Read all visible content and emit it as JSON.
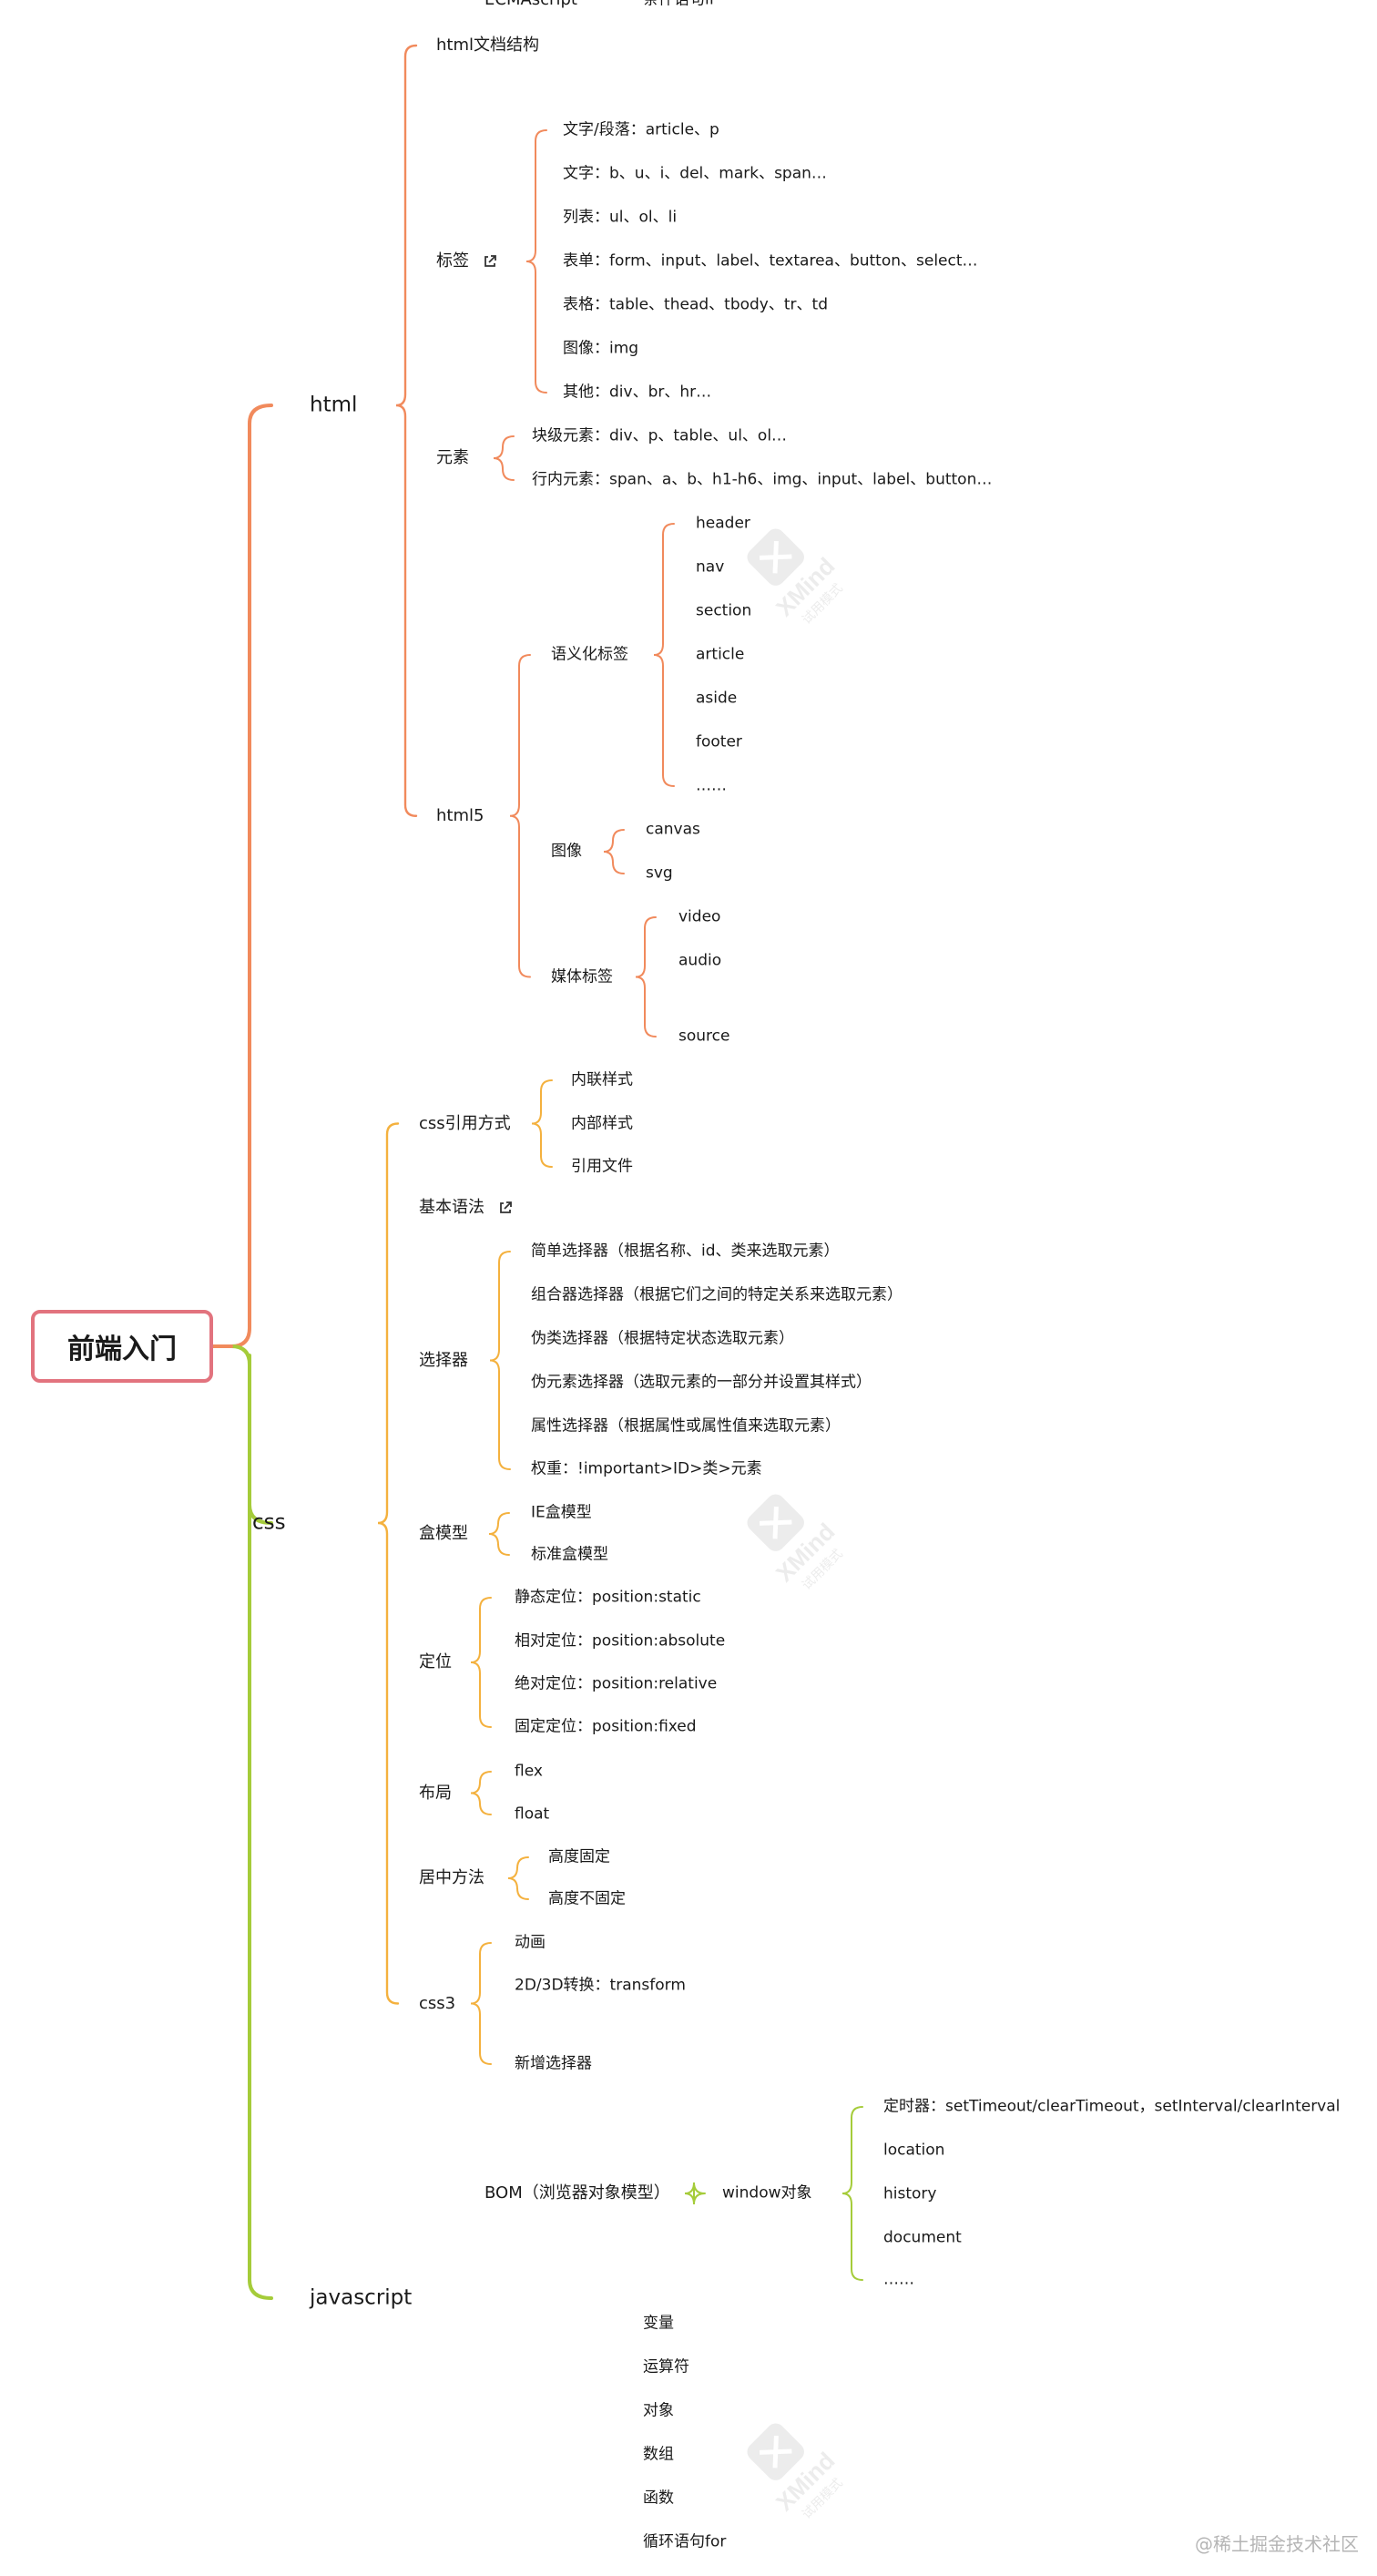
{
  "colors": {
    "html": "#f18a5c",
    "css": "#f4b13e",
    "javascript": "#a5cc3a",
    "root_border": "#e2737e"
  },
  "root": "前端入门",
  "footer": "@稀土掘金技术社区",
  "watermark": {
    "brand": "XMind",
    "sub": "试用模式"
  },
  "tree": [
    {
      "label": "html",
      "color_key": "html",
      "children": [
        {
          "label": "html文档结构"
        },
        {
          "label": "标签",
          "link": true,
          "children": [
            {
              "label": "文字/段落：article、p"
            },
            {
              "label": "文字：b、u、i、del、mark、span…"
            },
            {
              "label": "列表：ul、ol、li"
            },
            {
              "label": "表单：form、input、label、textarea、button、select…"
            },
            {
              "label": "表格：table、thead、tbody、tr、td"
            },
            {
              "label": "图像：img"
            },
            {
              "label": "其他：div、br、hr…"
            }
          ]
        },
        {
          "label": "元素",
          "children": [
            {
              "label": "块级元素：div、p、table、ul、ol…"
            },
            {
              "label": "行内元素：span、a、b、h1-h6、img、input、label、button…"
            }
          ]
        },
        {
          "label": "html5",
          "children": [
            {
              "label": "语义化标签",
              "children": [
                {
                  "label": "header"
                },
                {
                  "label": "nav"
                },
                {
                  "label": "section"
                },
                {
                  "label": "article"
                },
                {
                  "label": "aside"
                },
                {
                  "label": "footer"
                },
                {
                  "label": "……"
                }
              ]
            },
            {
              "label": "图像",
              "children": [
                {
                  "label": "canvas"
                },
                {
                  "label": "svg"
                }
              ]
            },
            {
              "label": "媒体标签",
              "children": [
                {
                  "label": "video"
                },
                {
                  "label": "audio"
                },
                {
                  "label": "source"
                }
              ]
            }
          ]
        }
      ]
    },
    {
      "label": "css",
      "color_key": "css",
      "children": [
        {
          "label": "css引用方式",
          "children": [
            {
              "label": "内联样式"
            },
            {
              "label": "内部样式"
            },
            {
              "label": "引用文件"
            }
          ]
        },
        {
          "label": "基本语法",
          "link": true
        },
        {
          "label": "选择器",
          "children": [
            {
              "label": "简单选择器（根据名称、id、类来选取元素）"
            },
            {
              "label": "组合器选择器（根据它们之间的特定关系来选取元素）"
            },
            {
              "label": "伪类选择器（根据特定状态选取元素）"
            },
            {
              "label": "伪元素选择器（选取元素的一部分并设置其样式）"
            },
            {
              "label": "属性选择器（根据属性或属性值来选取元素）"
            },
            {
              "label": "权重：!important>ID>类>元素"
            }
          ]
        },
        {
          "label": "盒模型",
          "children": [
            {
              "label": "IE盒模型"
            },
            {
              "label": "标准盒模型"
            }
          ]
        },
        {
          "label": "定位",
          "children": [
            {
              "label": "静态定位：position:static"
            },
            {
              "label": "相对定位：position:absolute"
            },
            {
              "label": "绝对定位：position:relative"
            },
            {
              "label": "固定定位：position:fixed"
            }
          ]
        },
        {
          "label": "布局",
          "children": [
            {
              "label": "flex"
            },
            {
              "label": "float"
            }
          ]
        },
        {
          "label": "居中方法",
          "children": [
            {
              "label": "高度固定"
            },
            {
              "label": "高度不固定"
            }
          ]
        },
        {
          "label": "css3",
          "children": [
            {
              "label": "动画"
            },
            {
              "label": "2D/3D转换：transform"
            },
            {
              "label": "新增选择器"
            }
          ]
        }
      ]
    },
    {
      "label": "javascript",
      "color_key": "javascript",
      "children": [
        {
          "label": "BOM（浏览器对象模型）",
          "children": [
            {
              "label": "window对象",
              "children": [
                {
                  "label": "定时器：setTimeout/clearTimeout，setInterval/clearInterval"
                },
                {
                  "label": "location"
                },
                {
                  "label": "history"
                },
                {
                  "label": "document"
                },
                {
                  "label": "……"
                }
              ]
            }
          ]
        },
        {
          "label": "ECMAscript",
          "children": [
            {
              "label": "变量"
            },
            {
              "label": "运算符"
            },
            {
              "label": "对象"
            },
            {
              "label": "数组"
            },
            {
              "label": "函数"
            },
            {
              "label": "循环语句for"
            },
            {
              "label": "条件语句if"
            }
          ]
        }
      ]
    }
  ]
}
